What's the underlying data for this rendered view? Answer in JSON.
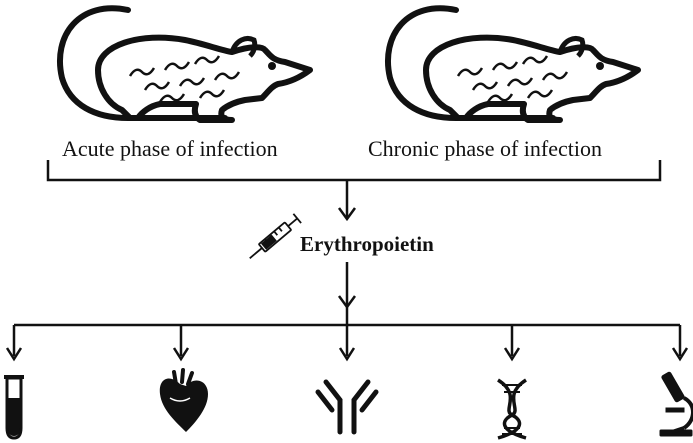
{
  "labels": {
    "acute": "Acute phase of infection",
    "chronic": "Chronic phase of infection",
    "treatment": "Erythropoietin"
  },
  "icons": {
    "rat_acute": "rat-icon",
    "rat_chronic": "rat-icon",
    "syringe": "syringe-icon",
    "outcomes": [
      "test-tube-icon",
      "heart-icon",
      "antibody-icon",
      "dna-icon",
      "microscope-icon"
    ]
  },
  "colors": {
    "stroke": "#111111",
    "fill": "#000000"
  }
}
